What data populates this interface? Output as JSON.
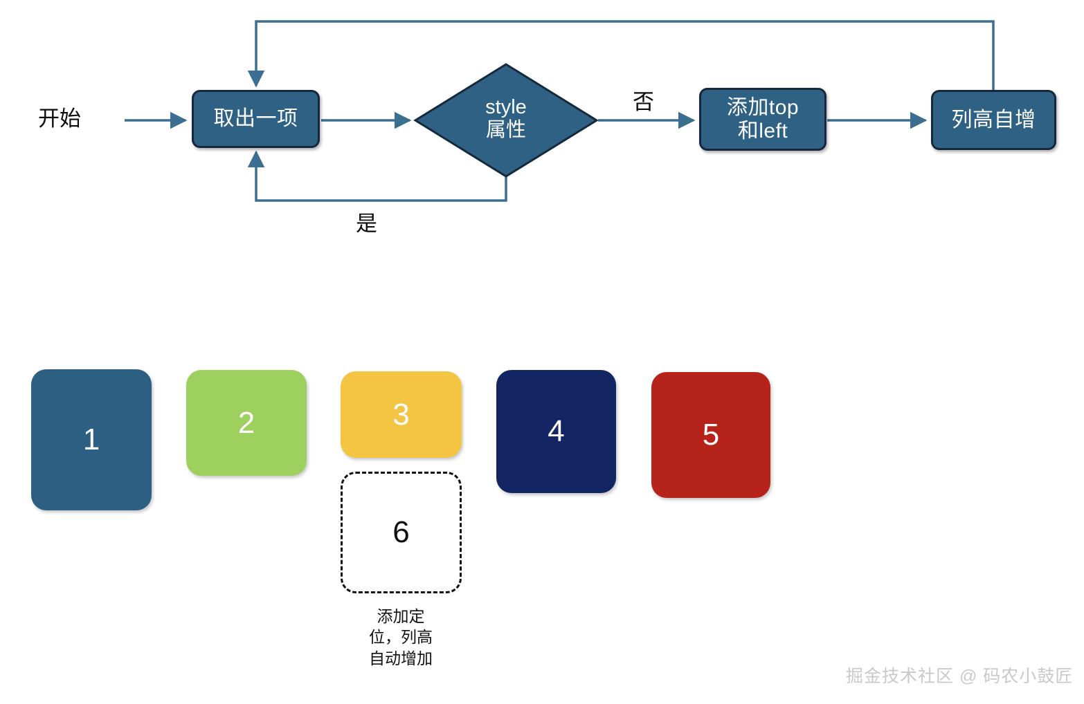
{
  "flowchart": {
    "start_label": "开始",
    "yes_label": "是",
    "no_label": "否",
    "nodes": [
      {
        "id": "take-item",
        "text_line1": "取出一项",
        "text_line2": ""
      },
      {
        "id": "style-attr",
        "text_line1": "style",
        "text_line2": "属性"
      },
      {
        "id": "add-top-left",
        "text_line1": "添加top",
        "text_line2": "和left"
      },
      {
        "id": "column-height-inc",
        "text_line1": "列高自增",
        "text_line2": ""
      }
    ],
    "colors": {
      "node_fill": "#2E6183",
      "node_border": "#16293C",
      "connector": "#3B6E8F",
      "text": "#FFFFFF"
    }
  },
  "boxes": [
    {
      "label": "1",
      "color": "#2C5F82",
      "text_color": "#FFFFFF",
      "style": "solid"
    },
    {
      "label": "2",
      "color": "#9ED05F",
      "text_color": "#FFFFFF",
      "style": "solid"
    },
    {
      "label": "3",
      "color": "#F4C443",
      "text_color": "#FFFFFF",
      "style": "solid"
    },
    {
      "label": "4",
      "color": "#132563",
      "text_color": "#FFFFFF",
      "style": "solid"
    },
    {
      "label": "5",
      "color": "#B5231B",
      "text_color": "#FFFFFF",
      "style": "solid"
    },
    {
      "label": "6",
      "color": "#FFFFFF",
      "text_color": "#111111",
      "style": "dashed"
    }
  ],
  "box_caption": "添加定位，列高自动增加",
  "watermark": "掘金技术社区 @ 码农小鼓匠"
}
